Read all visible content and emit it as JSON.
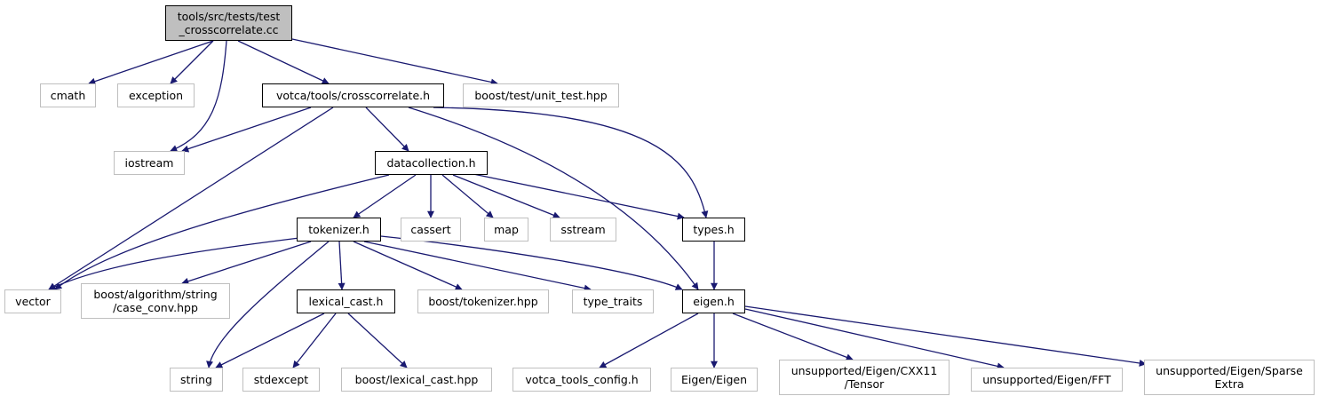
{
  "colors": {
    "edge": "#191970",
    "root_fill": "#bfbfbf",
    "external_border": "#bfbfbf",
    "documented_border": "#000000"
  },
  "nodes": {
    "root": {
      "lines": [
        "tools/src/tests/test",
        "_crosscorrelate.cc"
      ],
      "kind": "root"
    },
    "cmath": {
      "lines": [
        "cmath"
      ],
      "kind": "external"
    },
    "exception": {
      "lines": [
        "exception"
      ],
      "kind": "external"
    },
    "crosscorrelate": {
      "lines": [
        "votca/tools/crosscorrelate.h"
      ],
      "kind": "documented"
    },
    "unit_test": {
      "lines": [
        "boost/test/unit_test.hpp"
      ],
      "kind": "external"
    },
    "iostream": {
      "lines": [
        "iostream"
      ],
      "kind": "external"
    },
    "datacollection": {
      "lines": [
        "datacollection.h"
      ],
      "kind": "documented"
    },
    "tokenizer": {
      "lines": [
        "tokenizer.h"
      ],
      "kind": "documented"
    },
    "cassert": {
      "lines": [
        "cassert"
      ],
      "kind": "external"
    },
    "map": {
      "lines": [
        "map"
      ],
      "kind": "external"
    },
    "sstream": {
      "lines": [
        "sstream"
      ],
      "kind": "external"
    },
    "types": {
      "lines": [
        "types.h"
      ],
      "kind": "documented"
    },
    "vector": {
      "lines": [
        "vector"
      ],
      "kind": "external"
    },
    "case_conv": {
      "lines": [
        "boost/algorithm/string",
        "/case_conv.hpp"
      ],
      "kind": "external"
    },
    "lexical_cast": {
      "lines": [
        "lexical_cast.h"
      ],
      "kind": "documented"
    },
    "boost_tokenizer": {
      "lines": [
        "boost/tokenizer.hpp"
      ],
      "kind": "external"
    },
    "type_traits": {
      "lines": [
        "type_traits"
      ],
      "kind": "external"
    },
    "eigen": {
      "lines": [
        "eigen.h"
      ],
      "kind": "documented"
    },
    "string": {
      "lines": [
        "string"
      ],
      "kind": "external"
    },
    "stdexcept": {
      "lines": [
        "stdexcept"
      ],
      "kind": "external"
    },
    "boost_lexical_cast": {
      "lines": [
        "boost/lexical_cast.hpp"
      ],
      "kind": "external"
    },
    "votca_tools_config": {
      "lines": [
        "votca_tools_config.h"
      ],
      "kind": "external"
    },
    "eigen_eigen": {
      "lines": [
        "Eigen/Eigen"
      ],
      "kind": "external"
    },
    "tensor": {
      "lines": [
        "unsupported/Eigen/CXX11",
        "/Tensor"
      ],
      "kind": "external"
    },
    "fft": {
      "lines": [
        "unsupported/Eigen/FFT"
      ],
      "kind": "external"
    },
    "sparse_extra": {
      "lines": [
        "unsupported/Eigen/Sparse",
        "Extra"
      ],
      "kind": "external"
    }
  },
  "edges": [
    [
      "root",
      "cmath"
    ],
    [
      "root",
      "exception"
    ],
    [
      "root",
      "iostream"
    ],
    [
      "root",
      "crosscorrelate"
    ],
    [
      "root",
      "unit_test"
    ],
    [
      "crosscorrelate",
      "iostream"
    ],
    [
      "crosscorrelate",
      "vector"
    ],
    [
      "crosscorrelate",
      "datacollection"
    ],
    [
      "crosscorrelate",
      "types"
    ],
    [
      "crosscorrelate",
      "eigen"
    ],
    [
      "datacollection",
      "vector"
    ],
    [
      "datacollection",
      "tokenizer"
    ],
    [
      "datacollection",
      "cassert"
    ],
    [
      "datacollection",
      "map"
    ],
    [
      "datacollection",
      "sstream"
    ],
    [
      "datacollection",
      "types"
    ],
    [
      "tokenizer",
      "vector"
    ],
    [
      "tokenizer",
      "case_conv"
    ],
    [
      "tokenizer",
      "string"
    ],
    [
      "tokenizer",
      "lexical_cast"
    ],
    [
      "tokenizer",
      "boost_tokenizer"
    ],
    [
      "tokenizer",
      "type_traits"
    ],
    [
      "tokenizer",
      "eigen"
    ],
    [
      "types",
      "eigen"
    ],
    [
      "lexical_cast",
      "string"
    ],
    [
      "lexical_cast",
      "stdexcept"
    ],
    [
      "lexical_cast",
      "boost_lexical_cast"
    ],
    [
      "eigen",
      "votca_tools_config"
    ],
    [
      "eigen",
      "eigen_eigen"
    ],
    [
      "eigen",
      "tensor"
    ],
    [
      "eigen",
      "fft"
    ],
    [
      "eigen",
      "sparse_extra"
    ]
  ]
}
